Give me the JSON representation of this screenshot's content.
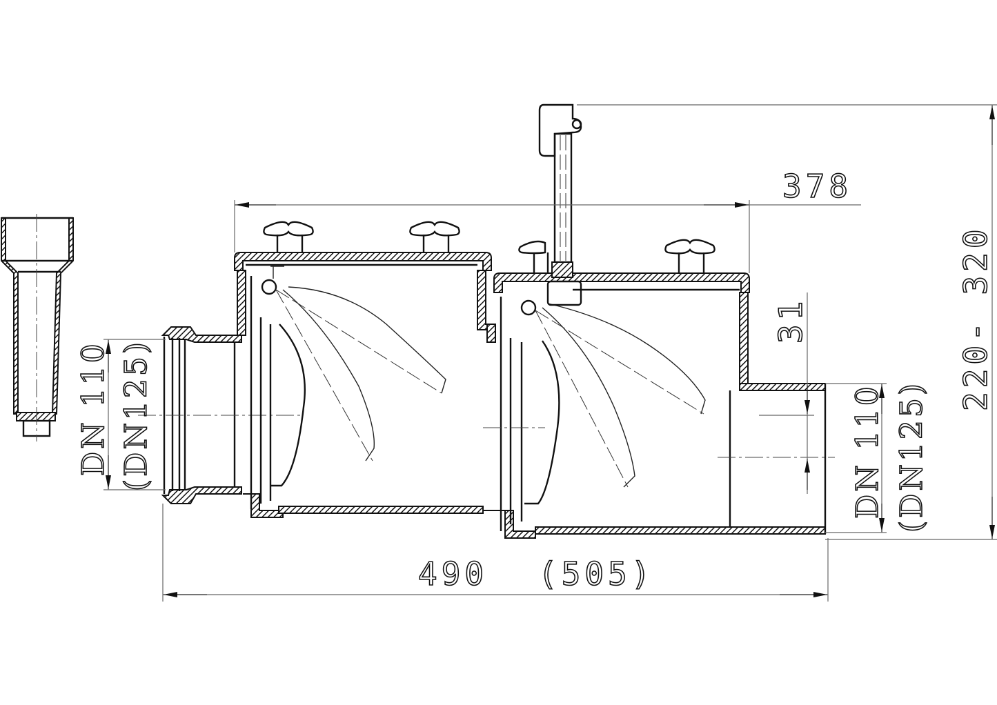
{
  "drawing": {
    "subject": "Backwater valve, double flap, cross-section",
    "colors": {
      "line": "#111111",
      "dimension_line": "#666666",
      "background": "#ffffff"
    }
  },
  "dimensions": {
    "overall_length": {
      "label_primary": "490",
      "label_secondary": "(505)"
    },
    "top_length": {
      "label": "378"
    },
    "total_height": {
      "label": "220- 320"
    },
    "outlet_offset": {
      "label": "31"
    },
    "inlet_diameter": {
      "label_primary": "DN 110",
      "label_secondary": "(DN125)"
    },
    "outlet_diameter": {
      "label_primary": "DN 110",
      "label_secondary": "(DN125)"
    }
  },
  "components": [
    {
      "name": "extension-tube",
      "side": "left"
    },
    {
      "name": "inlet-socket"
    },
    {
      "name": "chamber-1",
      "flaps": 3
    },
    {
      "name": "chamber-2",
      "flaps": 3
    },
    {
      "name": "emergency-lever"
    },
    {
      "name": "wing-nut",
      "count": 4
    },
    {
      "name": "outlet-spigot"
    }
  ]
}
